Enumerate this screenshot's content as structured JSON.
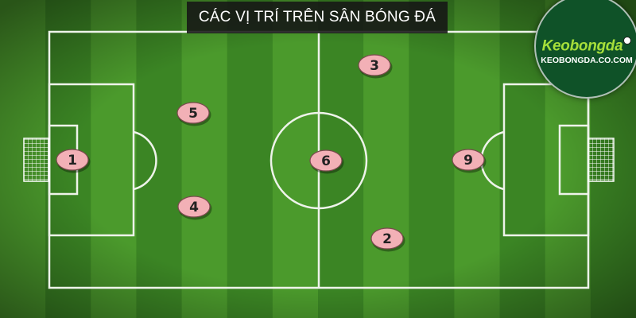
{
  "header": {
    "title": "CÁC VỊ TRÍ TRÊN SÂN BÓNG ĐÁ"
  },
  "logo": {
    "brand": "Keobongda",
    "domain": "KEOBONGDA.CO.COM"
  },
  "colors": {
    "grass_light": "#4b9a2c",
    "grass_dark": "#3b8524",
    "line": "#eef3ea",
    "marker_fill": "#f2b0b6",
    "marker_text": "#222222",
    "logo_green": "#a6df3a"
  },
  "players": [
    {
      "id": "p1",
      "number": "1"
    },
    {
      "id": "p2",
      "number": "2"
    },
    {
      "id": "p3",
      "number": "3"
    },
    {
      "id": "p4",
      "number": "4"
    },
    {
      "id": "p5",
      "number": "5"
    },
    {
      "id": "p6",
      "number": "6"
    },
    {
      "id": "p9",
      "number": "9"
    }
  ]
}
